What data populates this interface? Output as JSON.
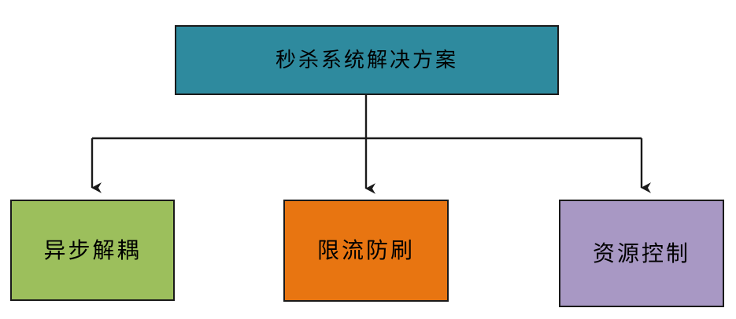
{
  "diagram": {
    "type": "tree-flowchart",
    "orientation": "top-down",
    "background_color": "#ffffff",
    "edge_color": "#1a1a1a",
    "border_color": "#1a1a1a",
    "root": {
      "id": "root",
      "label": "秒杀系统解决方案",
      "fill_color": "#2e8a9e",
      "text_color": "#000000"
    },
    "children": [
      {
        "id": "child-0",
        "label": "异步解耦",
        "fill_color": "#9cbf5c",
        "text_color": "#000000"
      },
      {
        "id": "child-1",
        "label": "限流防刷",
        "fill_color": "#e87511",
        "text_color": "#000000"
      },
      {
        "id": "child-2",
        "label": "资源控制",
        "fill_color": "#a898c4",
        "text_color": "#000000"
      }
    ],
    "edges": [
      {
        "from": "root",
        "to": "child-0",
        "style": "elbow-arrow"
      },
      {
        "from": "root",
        "to": "child-1",
        "style": "straight-arrow"
      },
      {
        "from": "root",
        "to": "child-2",
        "style": "elbow-arrow"
      }
    ]
  }
}
